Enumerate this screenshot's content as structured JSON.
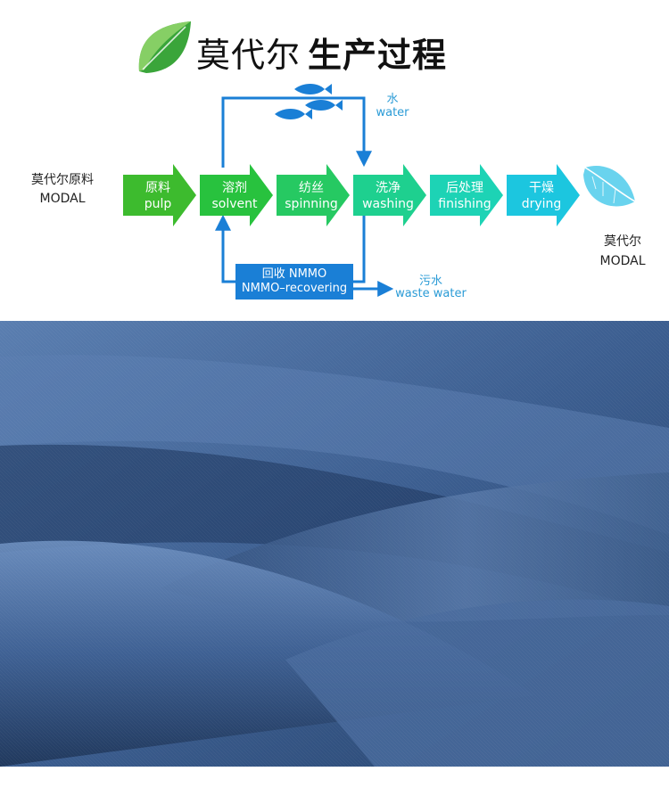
{
  "title": {
    "main": "莫代尔",
    "suffix": "生产过程"
  },
  "source": {
    "zh": "莫代尔原料",
    "en": "MODAL"
  },
  "destination": {
    "zh": "莫代尔",
    "en": "MODAL"
  },
  "steps": [
    {
      "zh": "原料",
      "en": "pulp",
      "color": "#3dbb2e"
    },
    {
      "zh": "溶剂",
      "en": "solvent",
      "color": "#28c23e"
    },
    {
      "zh": "纺丝",
      "en": "spinning",
      "color": "#26c962"
    },
    {
      "zh": "洗净",
      "en": "washing",
      "color": "#1ed08f"
    },
    {
      "zh": "后处理",
      "en": "finishing",
      "color": "#1dd3b5"
    },
    {
      "zh": "干燥",
      "en": "drying",
      "color": "#1cc6df"
    }
  ],
  "water": {
    "zh": "水",
    "en": "water"
  },
  "recovery": {
    "zh": "回收 NMMO",
    "en": "NMMO–recovering",
    "color": "#1a7fd6"
  },
  "waste": {
    "zh": "污水",
    "en": "waste water"
  },
  "colors": {
    "flow_line": "#1a7fd6",
    "fish": "#1a7fd6",
    "leaf_green": "#3aa53a",
    "leaf_blue": "#69d3ee",
    "fabric": "#3e5f8e"
  },
  "icons": {
    "title_leaf": "leaf-icon",
    "end_leaf": "leaf-icon",
    "fish": "fish-icon"
  }
}
